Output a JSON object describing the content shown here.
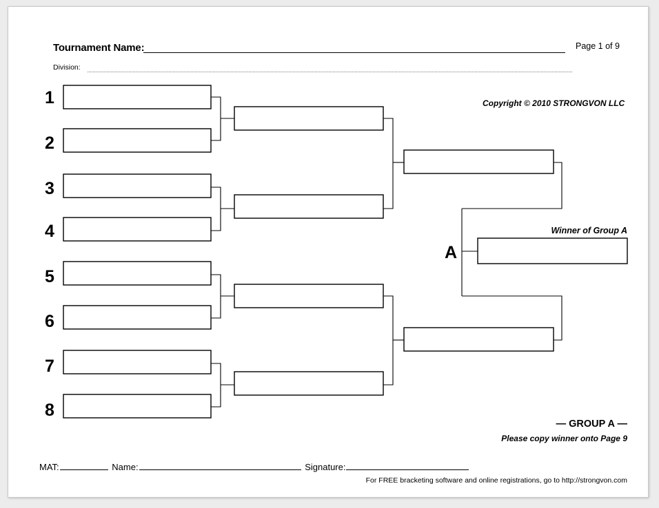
{
  "document": {
    "type": "single-elimination-bracket",
    "page_label": "Page 1 of 9",
    "copyright": "Copyright © 2010 STRONGVON LLC"
  },
  "header": {
    "tournament_name_label": "Tournament Name:",
    "tournament_name_value": "",
    "division_label": "Division:",
    "division_value": ""
  },
  "bracket": {
    "group_letter": "A",
    "winner_caption": "Winner of Group A",
    "group_title": "— GROUP A —",
    "group_subtitle": "Please copy winner onto Page 9",
    "seeds": [
      "1",
      "2",
      "3",
      "4",
      "5",
      "6",
      "7",
      "8"
    ],
    "round1": [
      {
        "seed": "1",
        "value": ""
      },
      {
        "seed": "2",
        "value": ""
      },
      {
        "seed": "3",
        "value": ""
      },
      {
        "seed": "4",
        "value": ""
      },
      {
        "seed": "5",
        "value": ""
      },
      {
        "seed": "6",
        "value": ""
      },
      {
        "seed": "7",
        "value": ""
      },
      {
        "seed": "8",
        "value": ""
      }
    ],
    "round2": [
      {
        "label": "quarterfinal-1",
        "value": ""
      },
      {
        "label": "quarterfinal-2",
        "value": ""
      },
      {
        "label": "quarterfinal-3",
        "value": ""
      },
      {
        "label": "quarterfinal-4",
        "value": ""
      }
    ],
    "round3": [
      {
        "label": "semifinal-1",
        "value": ""
      },
      {
        "label": "semifinal-2",
        "value": ""
      }
    ],
    "round4": [
      {
        "label": "final-winner",
        "value": ""
      }
    ]
  },
  "footer": {
    "mat_label": "MAT:",
    "mat_value": "",
    "name_label": "Name:",
    "name_value": "",
    "signature_label": "Signature:",
    "signature_value": "",
    "promo": "For FREE bracketing software and online registrations, go to http://strongvon.com"
  },
  "colors": {
    "page_background": "#ffffff",
    "canvas_background": "#ececed",
    "ink": "#000000",
    "rule_gray": "#7b7b7b"
  }
}
